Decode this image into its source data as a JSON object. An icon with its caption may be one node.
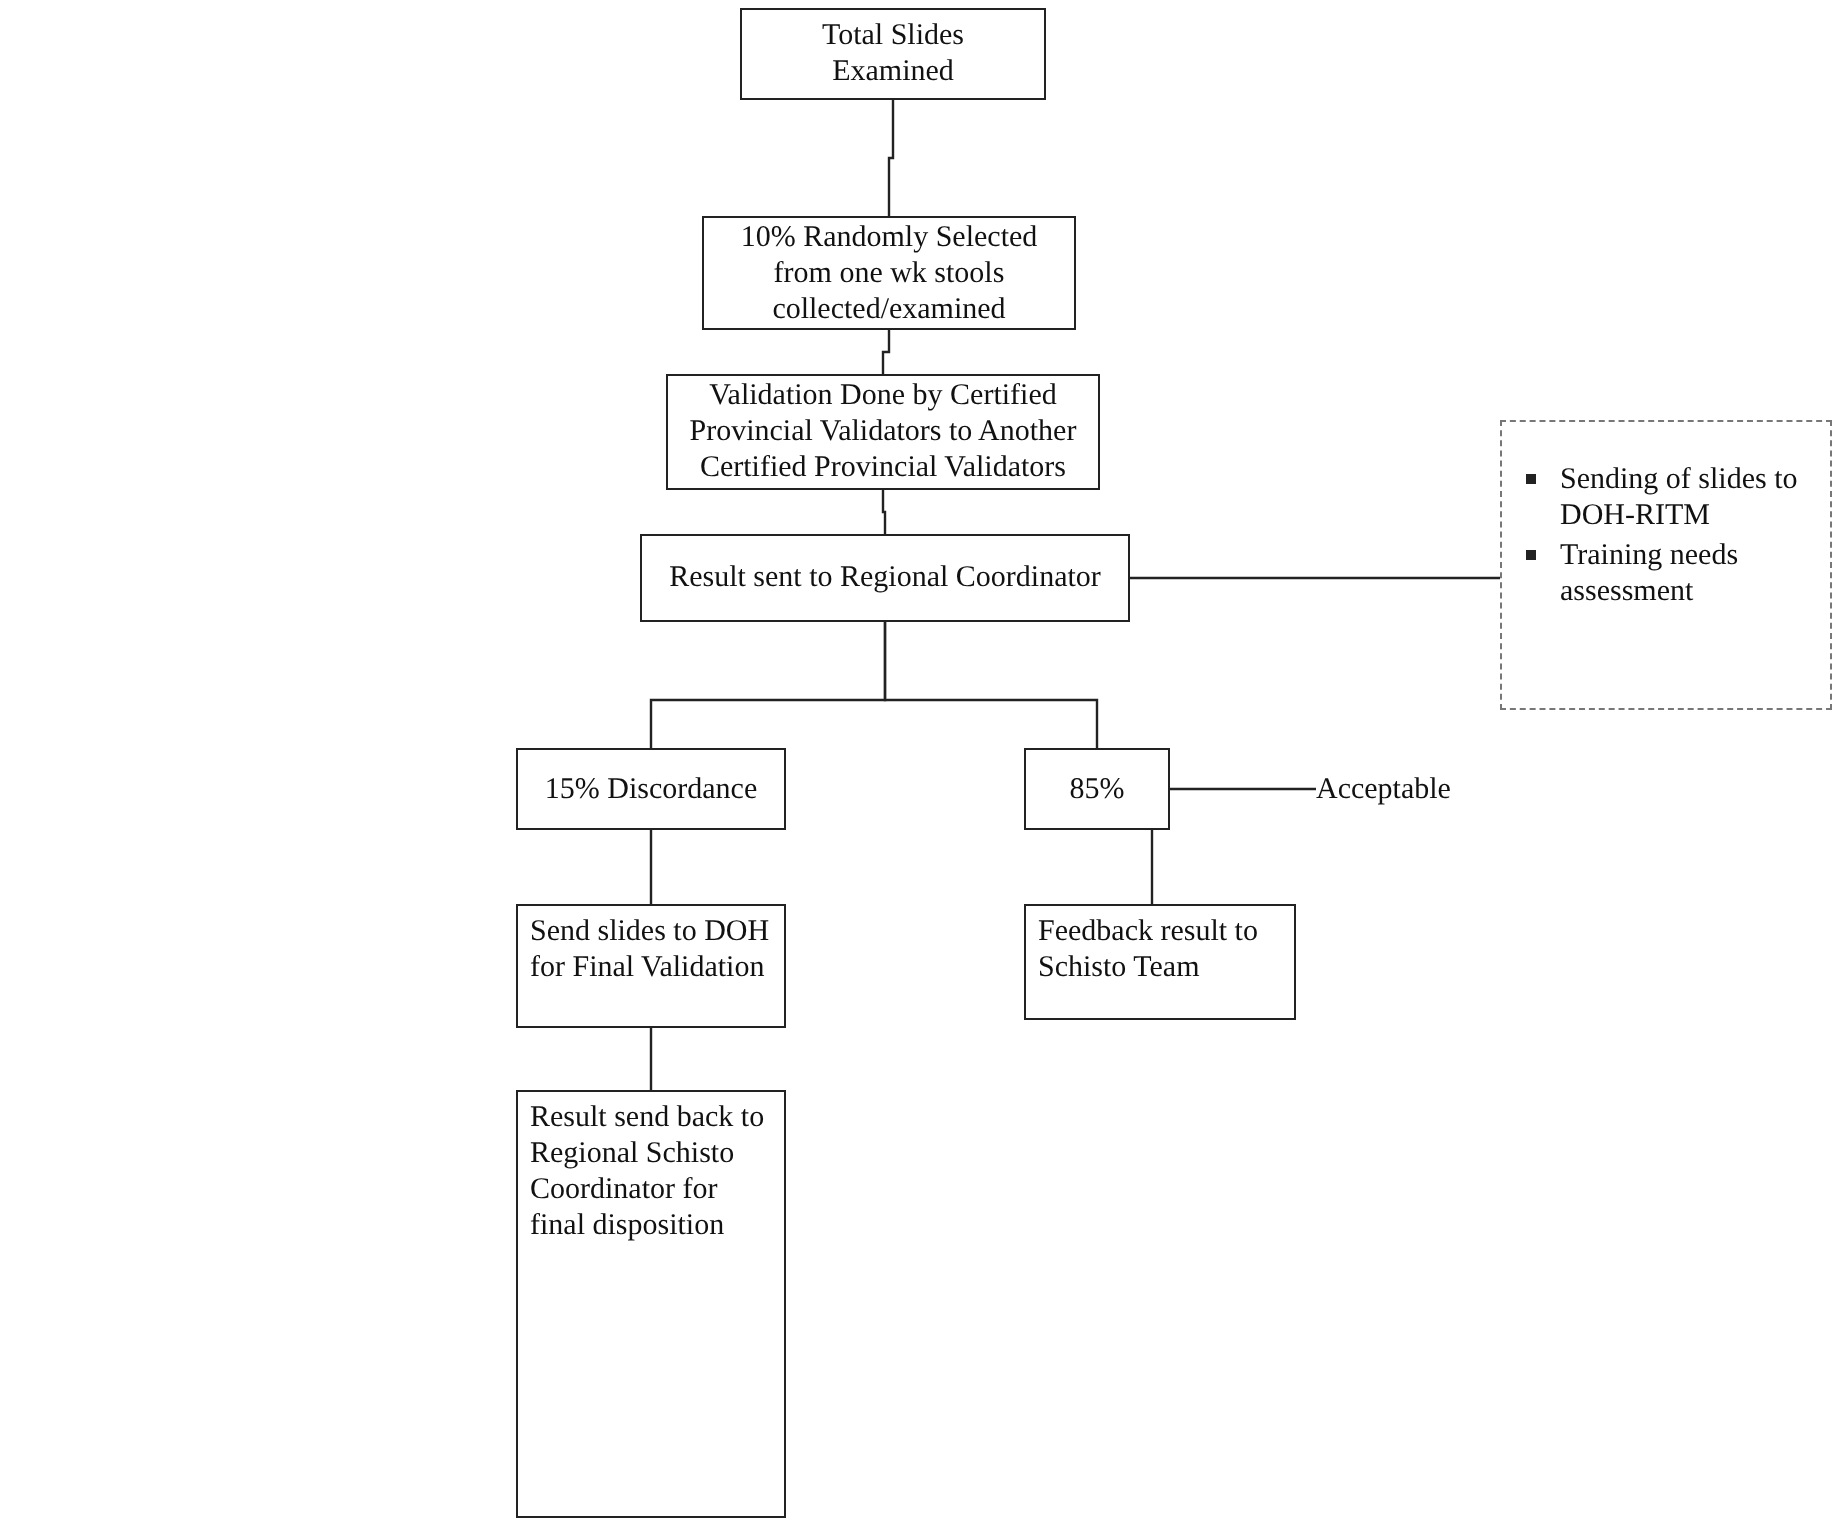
{
  "diagram": {
    "nodes": [
      {
        "text": [
          "Total Slides Examined"
        ]
      },
      {
        "text": [
          "10% Randomly Selected from one wk stools collected/examined"
        ]
      },
      {
        "text": [
          "Validation Done by Certified Provincial Validators to Another Certified Provincial Validators"
        ]
      },
      {
        "text": [
          "Result sent to Regional Coordinator"
        ]
      },
      {
        "text": [
          "Sending of slides to DOH-RITM",
          "Training needs assessment"
        ]
      },
      {
        "text": [
          "15% Discordance"
        ]
      },
      {
        "text": [
          "85%"
        ]
      },
      {
        "text": [
          "Acceptable"
        ]
      },
      {
        "text": [
          "Send slides to DOH for Final Validation"
        ]
      },
      {
        "text": [
          "Feedback result to Schisto Team"
        ]
      },
      {
        "text": [
          "Result send back to Regional Schisto Coordinator for final disposition"
        ]
      }
    ],
    "edges": [
      {
        "from": 0,
        "to": 1,
        "arrow": "none"
      },
      {
        "from": 1,
        "to": 2,
        "arrow": "none"
      },
      {
        "from": 2,
        "to": 3,
        "arrow": "none"
      },
      {
        "from": 3,
        "to": 4,
        "arrow": "none"
      },
      {
        "from": 3,
        "to": 5,
        "arrow": "none"
      },
      {
        "from": 3,
        "to": 6,
        "arrow": "none"
      },
      {
        "from": 6,
        "to": 7,
        "arrow": "none"
      },
      {
        "from": 5,
        "to": 8,
        "arrow": "none"
      },
      {
        "from": 6,
        "to": 9,
        "arrow": "none"
      },
      {
        "from": 8,
        "to": 10,
        "arrow": "none"
      }
    ]
  }
}
